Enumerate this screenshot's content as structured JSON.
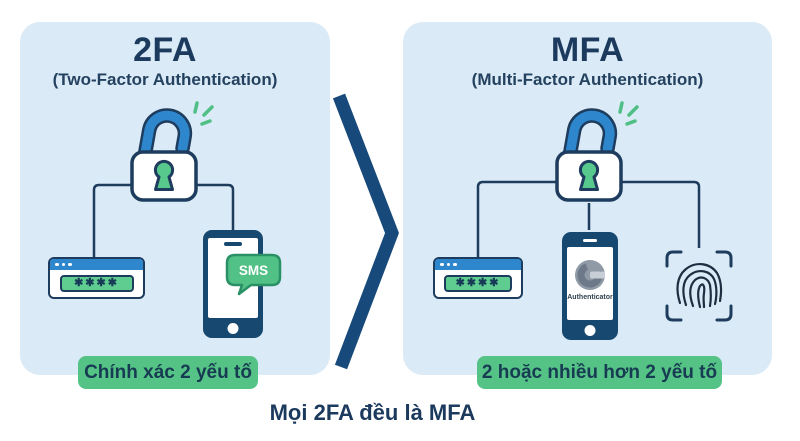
{
  "caption": "Mọi 2FA đều là MFA",
  "panel_2fa": {
    "title": "2FA",
    "subtitle": "(Two-Factor Authentication)",
    "password_mask": "✱✱✱✱",
    "sms_label": "SMS",
    "badge": "Chính xác 2 yếu tố"
  },
  "panel_mfa": {
    "title": "MFA",
    "subtitle": "(Multi-Factor Authentication)",
    "password_mask": "✱✱✱✱",
    "authenticator_label": "Authenticator",
    "badge": "2 hoặc nhiều hơn 2 yếu tố"
  },
  "colors": {
    "panel_background": "#daeaf6",
    "navy_text": "#1c3a5e",
    "blue_accent": "#2e86cc",
    "green_accent": "#57c586",
    "badge_green": "#55c385",
    "phone_navy": "#17486f",
    "chevron_navy": "#17497a"
  }
}
